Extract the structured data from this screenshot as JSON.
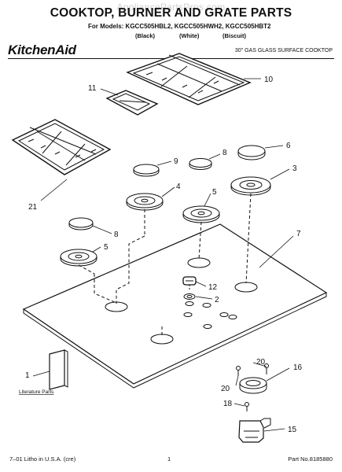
{
  "header": {
    "title": "COOKTOP, BURNER AND GRATE PARTS",
    "models_line": "For Models: KGCC505HBL2, KGCC505HWH2, KGCC505HBT2",
    "variants": [
      "(Black)",
      "(White)",
      "(Biscuit)"
    ],
    "brand": "KitchenAid",
    "subtitle": "30\" GAS GLASS SURFACE COOKTOP"
  },
  "watermark": "AppliancePartsPros.com",
  "callouts": {
    "c10": "10",
    "c11": "11",
    "c21": "21",
    "c9": "9",
    "c8a": "8",
    "c6": "6",
    "c3": "3",
    "c4": "4",
    "c5a": "5",
    "c8b": "8",
    "c5b": "5",
    "c7": "7",
    "c12": "12",
    "c2": "2",
    "c1": "1",
    "c20a": "20",
    "c16": "16",
    "c20b": "20",
    "c18": "18",
    "c15": "15"
  },
  "literature_label": "Literature Parts",
  "footer": {
    "left": "7–01 Litho in U.S.A. (cre)",
    "center": "1",
    "right": "Part No.8185880"
  }
}
